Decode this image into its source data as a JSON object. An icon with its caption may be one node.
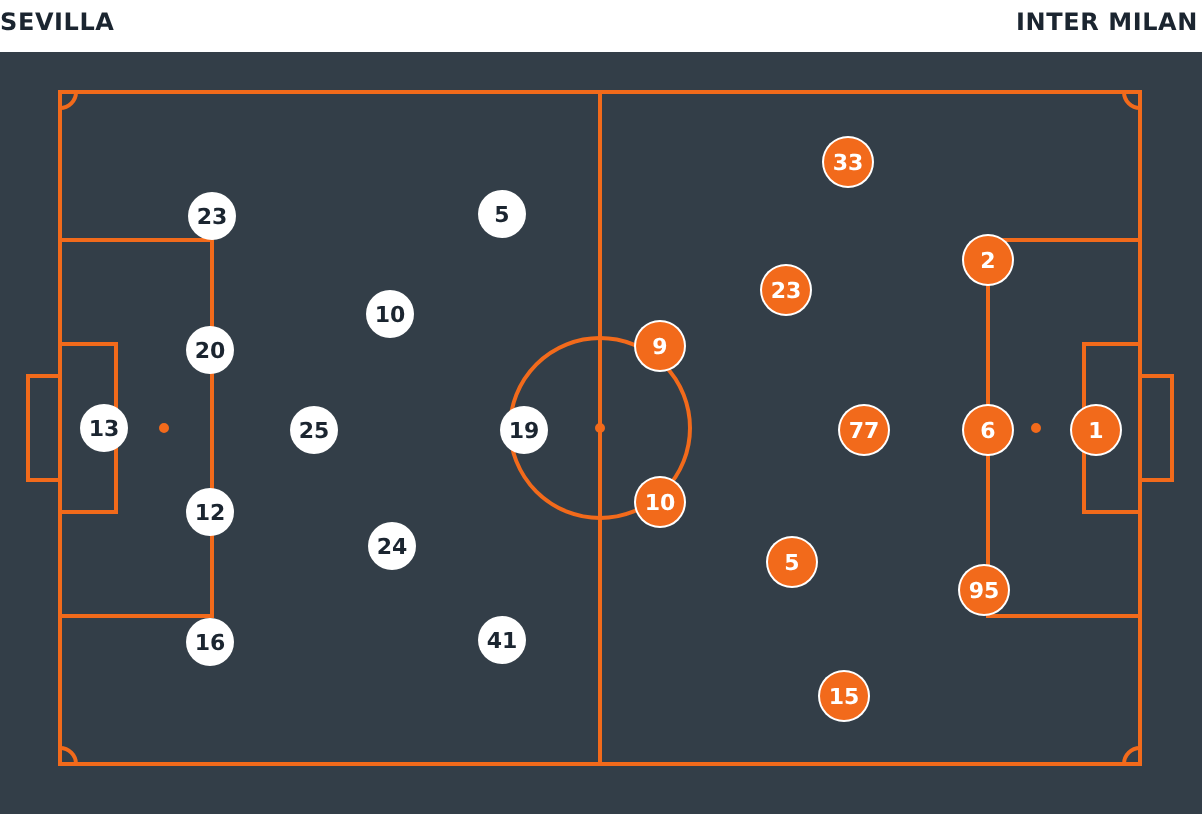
{
  "diagram": {
    "nodes": [
      {
        "text": [
          "23"
        ]
      },
      {
        "text": [
          "5"
        ]
      },
      {
        "text": [
          "10"
        ]
      },
      {
        "text": [
          "20"
        ]
      },
      {
        "text": [
          "13"
        ]
      },
      {
        "text": [
          "25"
        ]
      },
      {
        "text": [
          "19"
        ]
      },
      {
        "text": [
          "12"
        ]
      },
      {
        "text": [
          "24"
        ]
      },
      {
        "text": [
          "16"
        ]
      },
      {
        "text": [
          "41"
        ]
      },
      {
        "text": [
          "33"
        ]
      },
      {
        "text": [
          "2"
        ]
      },
      {
        "text": [
          "23"
        ]
      },
      {
        "text": [
          "9"
        ]
      },
      {
        "text": [
          "77"
        ]
      },
      {
        "text": [
          "6"
        ]
      },
      {
        "text": [
          "1"
        ]
      },
      {
        "text": [
          "10"
        ]
      },
      {
        "text": [
          "5"
        ]
      },
      {
        "text": [
          "95"
        ]
      },
      {
        "text": [
          "15"
        ]
      }
    ],
    "labels": [
      "SEVILLA",
      "INTER MILAN"
    ]
  }
}
